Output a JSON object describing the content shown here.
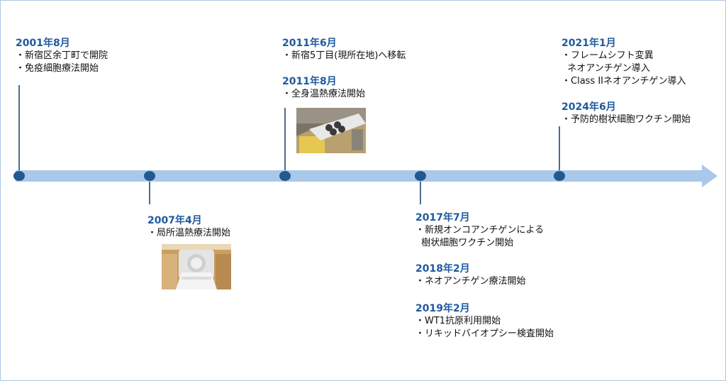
{
  "events": {
    "e2001": {
      "date": "2001年8月",
      "items": [
        "・新宿区余丁町で開院",
        "・免疫細胞療法開始"
      ]
    },
    "e2007": {
      "date": "2007年4月",
      "items": [
        "・局所温熱療法開始"
      ]
    },
    "e2011a": {
      "date": "2011年6月",
      "items": [
        "・新宿5丁目(現所在地)へ移転"
      ]
    },
    "e2011b": {
      "date": "2011年8月",
      "items": [
        "・全身温熱療法開始"
      ]
    },
    "e2017": {
      "date": "2017年7月",
      "items": [
        "・新規オンコアンチゲンによる",
        "  樹状細胞ワクチン開始"
      ]
    },
    "e2018": {
      "date": "2018年2月",
      "items": [
        "・ネオアンチゲン療法開始"
      ]
    },
    "e2019": {
      "date": "2019年2月",
      "items": [
        "・WT1抗原利用開始",
        "・リキッドバイオプシー検査開始"
      ]
    },
    "e2021": {
      "date": "2021年1月",
      "items": [
        "・フレームシフト変異",
        "  ネオアンチゲン導入",
        "・Class IIネオアンチゲン導入"
      ]
    },
    "e2024": {
      "date": "2024年6月",
      "items": [
        "・予防的樹状細胞ワクチン開始"
      ]
    }
  },
  "colors": {
    "axis": "#a9c8ea",
    "node": "#22598f",
    "date": "#1f5aa0"
  }
}
